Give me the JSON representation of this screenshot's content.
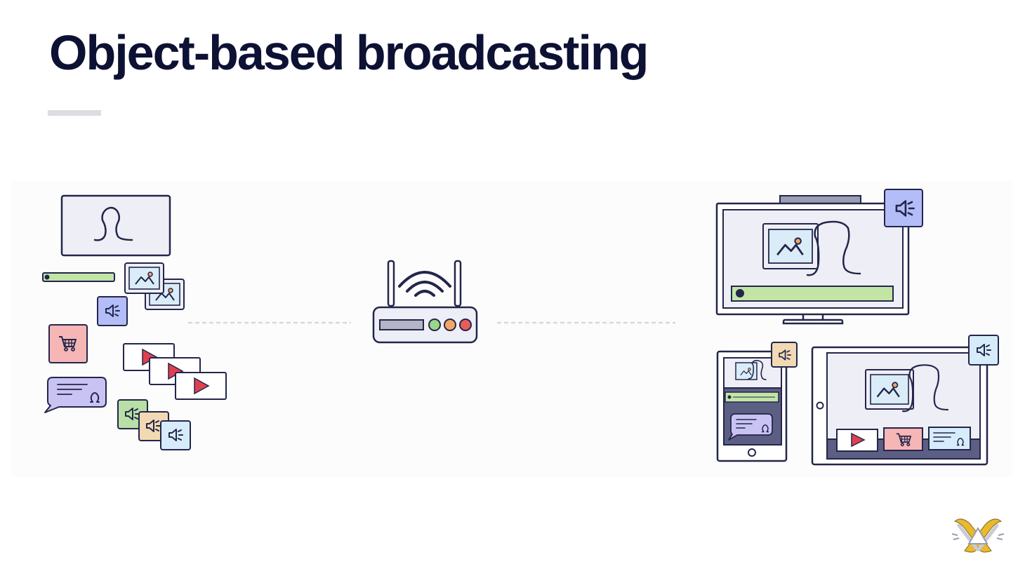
{
  "slide": {
    "title": "Object-based broadcasting"
  },
  "diagram": {
    "source": {
      "objects": [
        "presenter-video",
        "caption-bar",
        "image",
        "image",
        "audio",
        "shopping",
        "video-clip",
        "video-clip",
        "video-clip",
        "subtitle-bubble",
        "audio",
        "audio",
        "audio"
      ]
    },
    "transport": {
      "device": "router"
    },
    "targets": [
      "television",
      "phone",
      "tablet"
    ],
    "colors": {
      "outline": "#23264a",
      "screen": "#eeeef7",
      "image_tile": "#d9ecf8",
      "audio_blue": "#b3bdf7",
      "audio_green": "#b8dfa6",
      "audio_tan": "#f2d9b3",
      "audio_light": "#d6ecfb",
      "shop_pink": "#f6b6b6",
      "bubble_purple": "#c9c3f3",
      "caption_green": "#c2e5a6",
      "play_red": "#e0404e",
      "dark_bar": "#5c5f83",
      "led_green": "#9ad58a",
      "led_orange": "#f2a864",
      "led_red": "#ea5b5b",
      "dash": "#d6d8e0"
    }
  }
}
